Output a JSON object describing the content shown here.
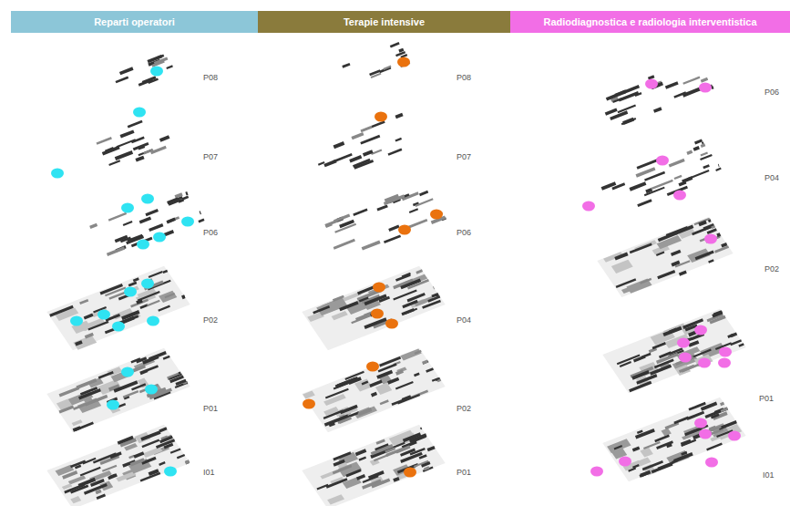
{
  "diagram": {
    "nodes": [
      {
        "text": [
          "Reparti operatori"
        ]
      },
      {
        "text": [
          "Terapie intensive"
        ]
      },
      {
        "text": [
          "Radiodiagnostica e radiologia interventistica"
        ]
      }
    ],
    "labels": [
      "P08",
      "P07",
      "P06",
      "P02",
      "P01",
      "I01",
      "P08",
      "P07",
      "P06",
      "P04",
      "P02",
      "P01",
      "P06",
      "P04",
      "P02",
      "P01",
      "I01"
    ]
  }
}
